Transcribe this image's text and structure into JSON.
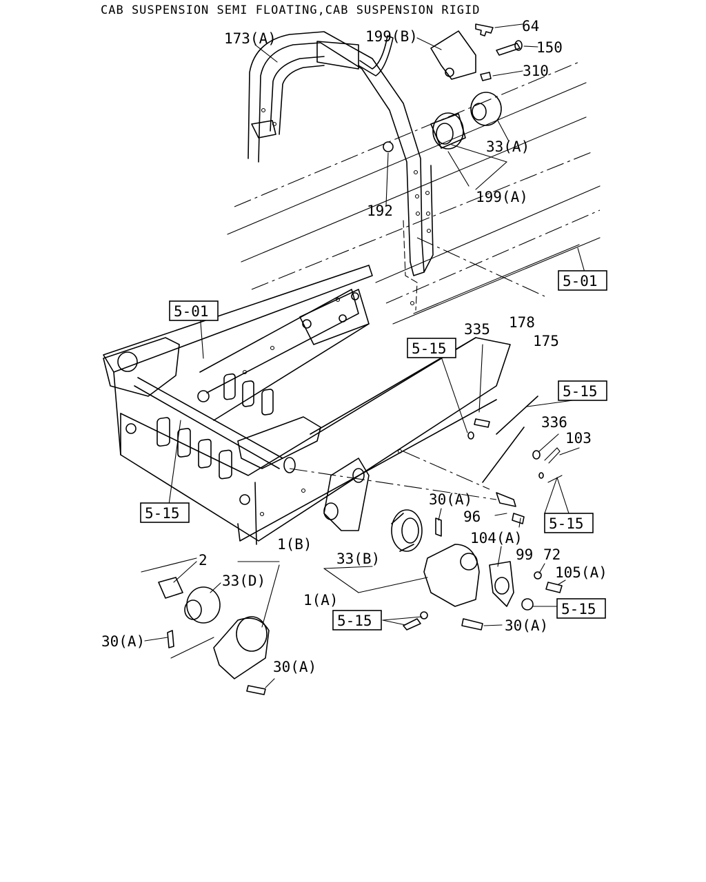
{
  "title": "CAB SUSPENSION SEMI FLOATING,CAB SUSPENSION RIGID",
  "callouts": {
    "c173a": "173(A)",
    "c199b": "199(B)",
    "c64": "64",
    "c150": "150",
    "c310": "310",
    "c33a": "33(A)",
    "c199a": "199(A)",
    "c192": "192",
    "c178": "178",
    "c175": "175",
    "c335": "335",
    "c336": "336",
    "c103": "103",
    "c30a_1": "30(A)",
    "c96": "96",
    "c104a": "104(A)",
    "c99": "99",
    "c72": "72",
    "c105a": "105(A)",
    "c2": "2",
    "c1b": "1(B)",
    "c33d": "33(D)",
    "c33b": "33(B)",
    "c1a": "1(A)",
    "c30a_2": "30(A)",
    "c30a_3": "30(A)",
    "c30a_4": "30(A)"
  },
  "refboxes": {
    "r501_top": "5-01",
    "r501_left": "5-01",
    "r515_335": "5-15",
    "r515_right": "5-15",
    "r515_left": "5-15",
    "r515_mid": "5-15",
    "r515_bot": "5-15",
    "r515_105": "5-15"
  }
}
